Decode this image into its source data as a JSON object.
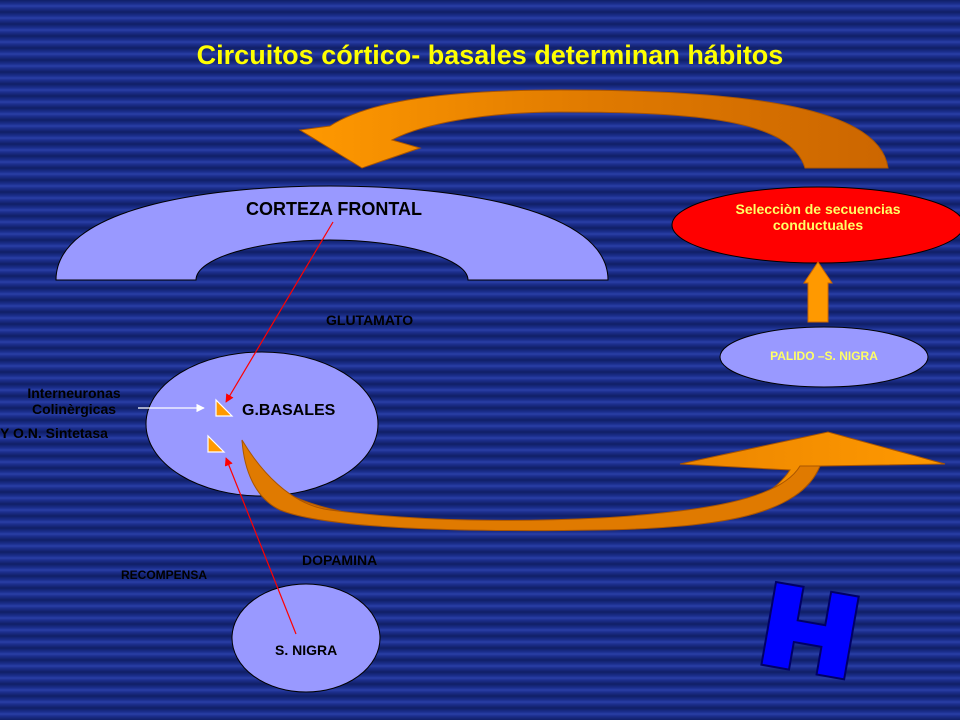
{
  "title": "Circuitos córtico- basales determinan hábitos",
  "nodes": {
    "corteza": "CORTEZA FRONTAL",
    "seleccion_line1": "Selecciòn de secuencias",
    "seleccion_line2": "conductuales",
    "palido": "PALIDO –S. NIGRA",
    "basales": "G.BASALES",
    "nigra": "S. NIGRA"
  },
  "labels": {
    "glutamato": "GLUTAMATO",
    "dopamina": "DOPAMINA",
    "recompensa": "RECOMPENSA",
    "interneuronas_line1": "Interneuronas",
    "interneuronas_line2": "Colinèrgicas",
    "interneuronas_line3": "Y O.N. Sintetasa"
  },
  "colors": {
    "title": "#ffff00",
    "node_fill": "#9999ff",
    "seleccion_fill": "#ff0000",
    "seleccion_text": "#ffff66",
    "palido_text": "#ffff66",
    "arrow_orange": "#ff9900",
    "arrow_dark": "#cc6600",
    "connector_red": "#ff0000",
    "logo_blue": "#0000ff"
  },
  "logo": {
    "name": "h-logo-icon"
  }
}
